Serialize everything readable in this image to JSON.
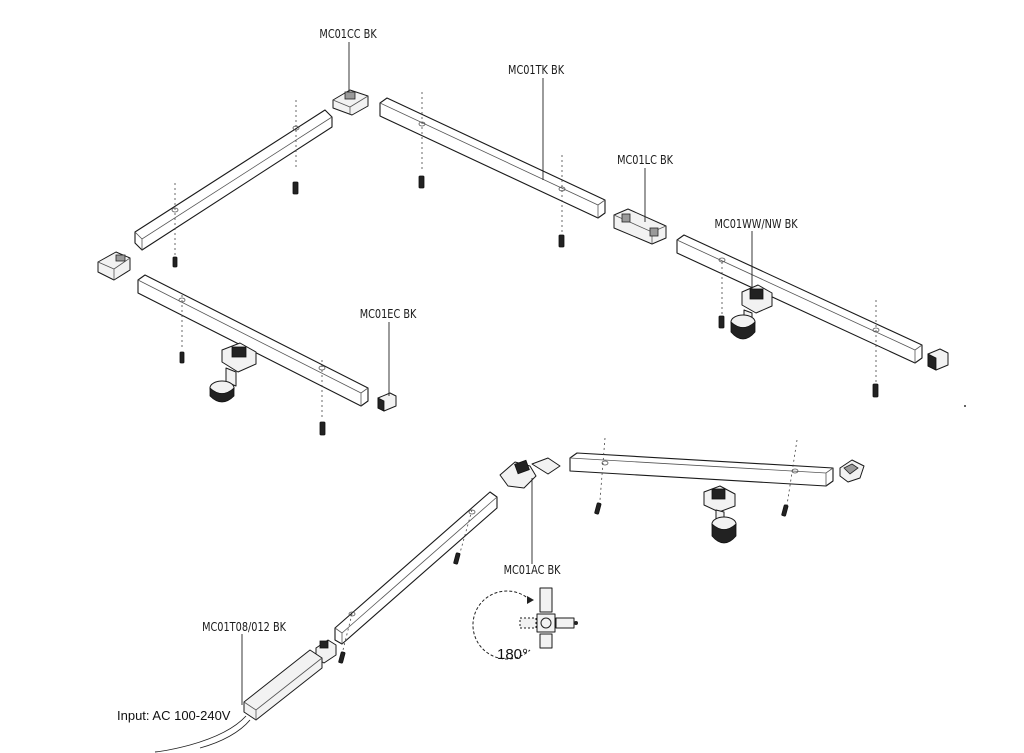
{
  "labels": {
    "corner_connector": "MC01CC BK",
    "track": "MC01TK BK",
    "linear_connector": "MC01LC BK",
    "spotlight": "MC01WW/NW BK",
    "end_cap": "MC01EC BK",
    "angle_connector": "MC01AC BK",
    "driver": "MC01T08/012 BK"
  },
  "power_input": "Input:  AC 100-240V",
  "rotation_angle": "180°",
  "colors": {
    "line": "#1a1a1a",
    "background": "#ffffff"
  }
}
